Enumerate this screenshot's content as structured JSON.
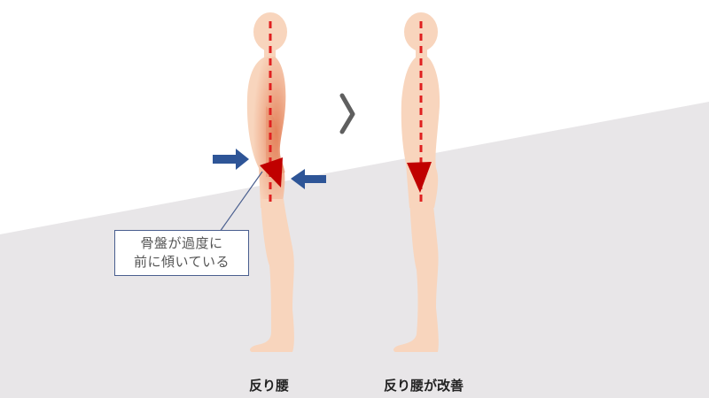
{
  "diagram": {
    "colors": {
      "background_top": "#ffffff",
      "background_floor": "#e8e6e8",
      "skin": "#f8d5bd",
      "strain": "#e4835c",
      "center_line": "#e02020",
      "pelvis_triangle": "#c00000",
      "push_arrow": "#2e5597",
      "chevron": "#5f5f5f",
      "callout_border": "#4a5f8f"
    },
    "figures": [
      {
        "id": "before",
        "caption": "反り腰",
        "pelvis": "tilted-forward",
        "arrows": 2
      },
      {
        "id": "after",
        "caption": "反り腰が改善",
        "pelvis": "neutral",
        "arrows": 0
      }
    ],
    "transition_icon": "chevron-right-icon",
    "callout": {
      "line1": "骨盤が過度に",
      "line2": "前に傾いている"
    }
  }
}
